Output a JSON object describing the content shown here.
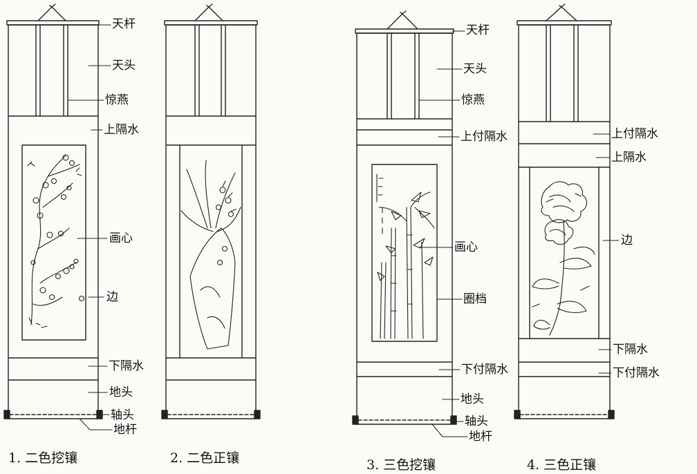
{
  "labels": {
    "tian_gan": "天杆",
    "tian_tou": "天头",
    "jing_yan": "惊燕",
    "shang_ge_shui": "上隔水",
    "hua_xin": "画心",
    "bian": "边",
    "xia_ge_shui": "下隔水",
    "di_tou": "地头",
    "zhou_tou": "轴头",
    "di_gan": "地杆",
    "shang_fu_ge_shui": "上付隔水",
    "xia_fu_ge_shui": "下付隔水",
    "quan_dang": "圈档"
  },
  "captions": {
    "fig1": "1. 二色挖镶",
    "fig2": "2. 二色正镶",
    "fig3": "3. 三色挖镶",
    "fig4": "4. 三色正镶"
  },
  "paintings": {
    "fig1": "plum-blossom",
    "fig2": "orchid-and-rock",
    "fig3": "bamboo",
    "fig4": "chrysanthemum"
  }
}
